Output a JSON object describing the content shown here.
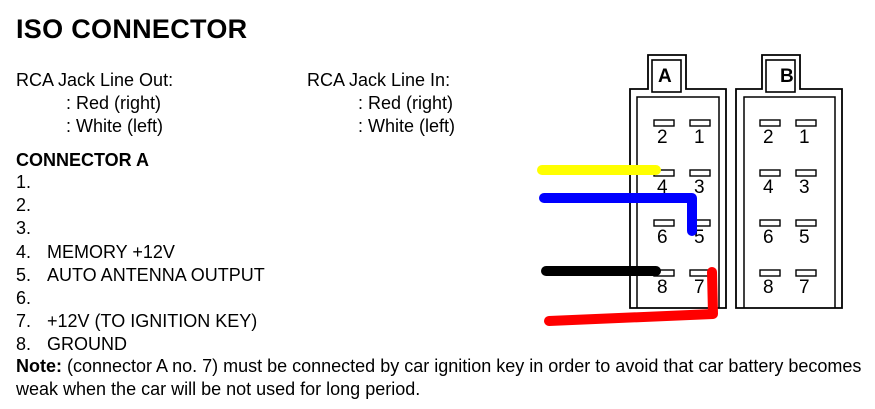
{
  "title": "ISO CONNECTOR",
  "rca_out": {
    "heading": "RCA Jack Line Out:",
    "red": ": Red (right)",
    "white": ": White (left)"
  },
  "rca_in": {
    "heading": "RCA Jack Line In:",
    "red": ": Red (right)",
    "white": ": White (left)"
  },
  "connector_a": {
    "heading": "CONNECTOR A",
    "pins": [
      {
        "num": "1.",
        "label": ""
      },
      {
        "num": "2.",
        "label": ""
      },
      {
        "num": "3.",
        "label": ""
      },
      {
        "num": "4.",
        "label": "MEMORY +12V"
      },
      {
        "num": "5.",
        "label": "AUTO ANTENNA OUTPUT"
      },
      {
        "num": "6.",
        "label": ""
      },
      {
        "num": "7.",
        "label": "+12V (TO IGNITION KEY)"
      },
      {
        "num": "8.",
        "label": "GROUND"
      }
    ]
  },
  "note": {
    "label": "Note:",
    "text": " (connector A no. 7) must be connected by car ignition key in order to avoid that car battery becomes weak when the car will be not used for long period."
  },
  "diagram": {
    "connector_a_label": "A",
    "connector_b_label": "B",
    "pin_numbers": [
      "2",
      "1",
      "4",
      "3",
      "6",
      "5",
      "8",
      "7"
    ],
    "wire_colors": {
      "yellow": "#ffff00",
      "blue": "#0000ff",
      "black": "#000000",
      "red": "#ff0000"
    }
  }
}
